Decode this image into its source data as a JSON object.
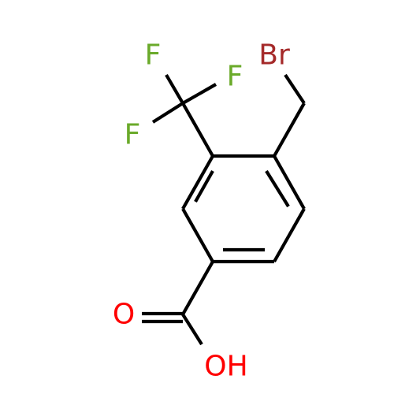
{
  "molecule": {
    "atoms": {
      "br": {
        "text": "Br",
        "color": "#a52a2a"
      },
      "f1": {
        "text": "F",
        "color": "#6aaa2a"
      },
      "f2": {
        "text": "F",
        "color": "#6aaa2a"
      },
      "f3": {
        "text": "F",
        "color": "#6aaa2a"
      },
      "o_carbonyl": {
        "text": "O",
        "color": "#ff0000"
      },
      "oh": {
        "text": "OH",
        "color": "#ff0000"
      }
    },
    "bond_color": "#000000"
  }
}
